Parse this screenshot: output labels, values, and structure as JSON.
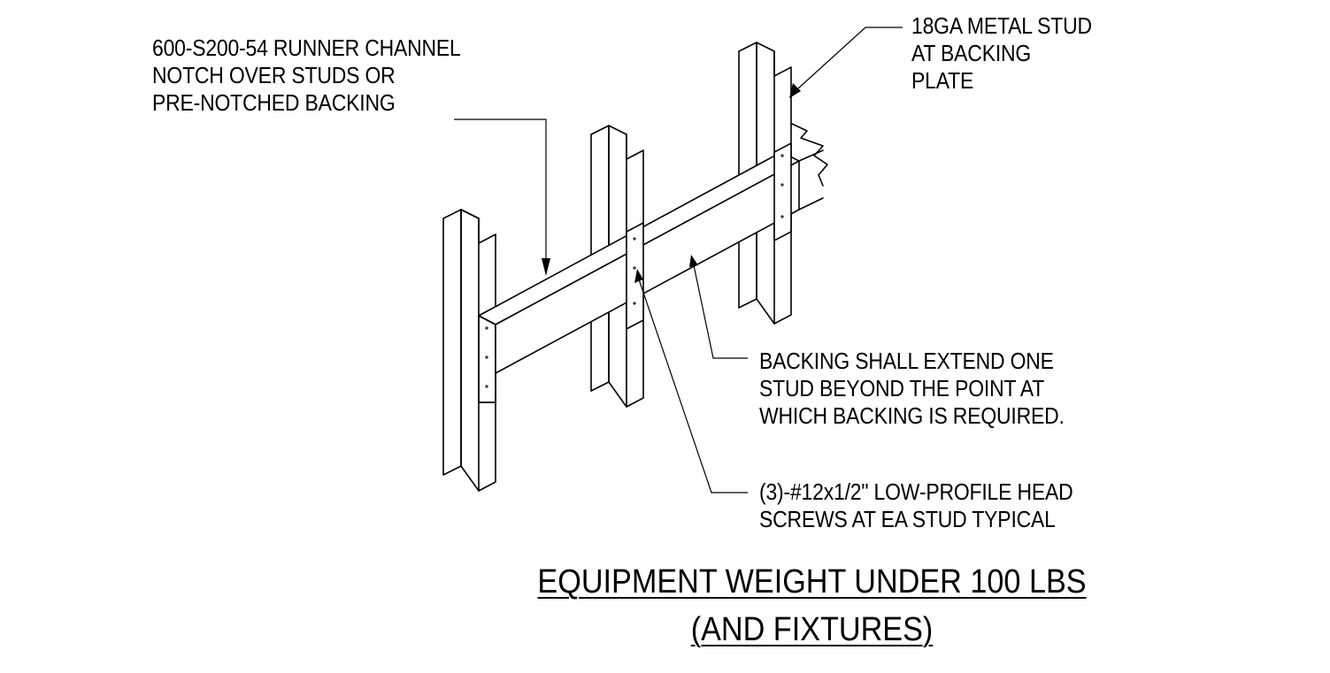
{
  "notes": {
    "runner": {
      "line1": "600-S200-54 RUNNER CHANNEL",
      "line2": "NOTCH OVER STUDS OR",
      "line3": "PRE-NOTCHED BACKING"
    },
    "stud": {
      "line1": "18GA METAL STUD",
      "line2": "AT BACKING",
      "line3": "PLATE"
    },
    "extend": {
      "line1": "BACKING SHALL EXTEND  ONE",
      "line2": "STUD BEYOND THE  POINT AT",
      "line3": "WHICH BACKING IS REQUIRED."
    },
    "screws": {
      "line1": "(3)-#12x1/2\"  LOW-PROFILE HEAD",
      "line2": "SCREWS AT EA STUD TYPICAL"
    }
  },
  "title": {
    "line1": "EQUIPMENT WEIGHT UNDER 100 LBS",
    "line2": "(AND FIXTURES)"
  }
}
